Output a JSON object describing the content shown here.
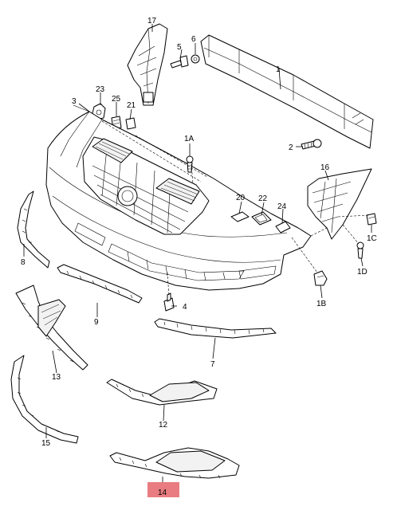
{
  "diagram": {
    "highlight_color": "#e87c80",
    "highlighted_part": "14",
    "callouts": {
      "c1": "1",
      "c2": "2",
      "c3": "3",
      "c4": "4",
      "c5": "5",
      "c6": "6",
      "c7": "7",
      "c8": "8",
      "c9": "9",
      "c12": "12",
      "c13": "13",
      "c14": "14",
      "c15": "15",
      "c16": "16",
      "c17": "17",
      "c20": "20",
      "c21": "21",
      "c22": "22",
      "c23": "23",
      "c24": "24",
      "c25": "25",
      "c1A": "1A",
      "c1B": "1B",
      "c1C": "1C",
      "c1D": "1D"
    }
  }
}
